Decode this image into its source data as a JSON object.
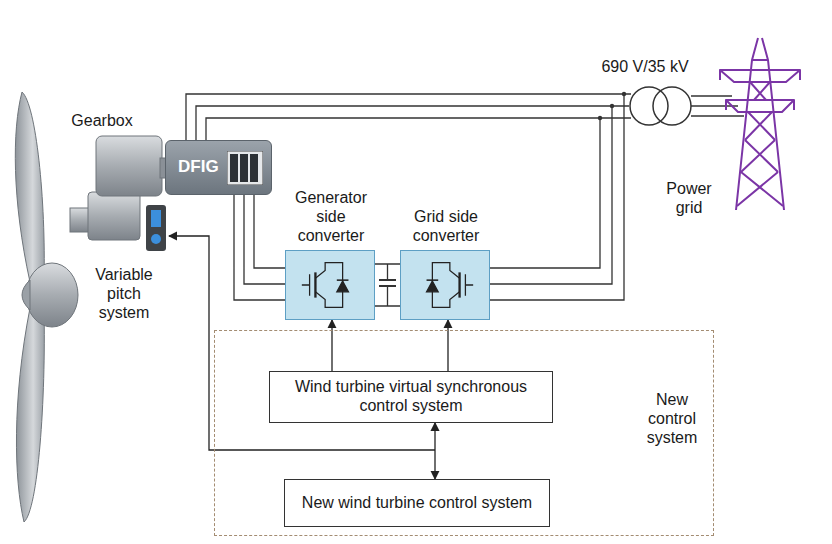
{
  "diagram": {
    "nodes": [
      {
        "text": [
          "DFIG"
        ]
      },
      {
        "text": [
          "Generator side converter"
        ]
      },
      {
        "text": [
          "Grid side converter"
        ]
      },
      {
        "text": [
          "New control system"
        ]
      },
      {
        "text": [
          "Wind turbine virtual synchronous control system"
        ],
        "in": 3
      },
      {
        "text": [
          "New wind turbine control system"
        ],
        "in": 3
      }
    ],
    "edges": [
      {
        "from": 4,
        "to": 1,
        "arrow": "to"
      },
      {
        "from": 4,
        "to": 2,
        "arrow": "to"
      },
      {
        "from": 4,
        "to": 5,
        "arrow": "both"
      },
      {
        "from": 0,
        "to": 1,
        "arrow": "none"
      },
      {
        "from": 1,
        "to": 2,
        "arrow": "none"
      }
    ],
    "labels": [
      "690 V/35 kV",
      "Gearbox",
      "Variable pitch system",
      "Power grid"
    ]
  }
}
